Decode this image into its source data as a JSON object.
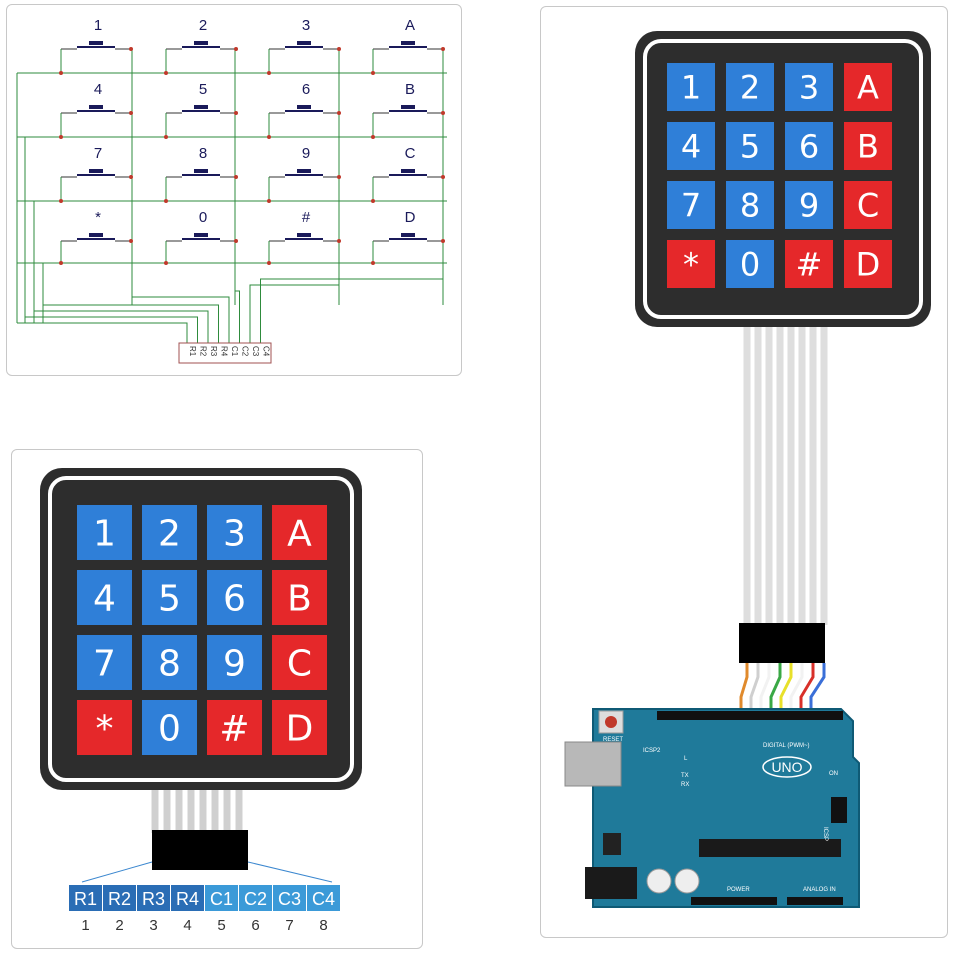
{
  "keypad": {
    "keys": [
      "1",
      "2",
      "3",
      "A",
      "4",
      "5",
      "6",
      "B",
      "7",
      "8",
      "9",
      "C",
      "*",
      "0",
      "#",
      "D"
    ],
    "key_colors": [
      "blue",
      "blue",
      "blue",
      "red",
      "blue",
      "blue",
      "blue",
      "red",
      "blue",
      "blue",
      "blue",
      "red",
      "red",
      "blue",
      "red",
      "red"
    ]
  },
  "schematic": {
    "connector_pins": [
      "R1",
      "R2",
      "R3",
      "R4",
      "C1",
      "C2",
      "C3",
      "C4"
    ]
  },
  "pinout": {
    "pins": [
      {
        "label": "R1",
        "num": "1"
      },
      {
        "label": "R2",
        "num": "2"
      },
      {
        "label": "R3",
        "num": "3"
      },
      {
        "label": "R4",
        "num": "4"
      },
      {
        "label": "C1",
        "num": "5"
      },
      {
        "label": "C2",
        "num": "6"
      },
      {
        "label": "C3",
        "num": "7"
      },
      {
        "label": "C4",
        "num": "8"
      }
    ]
  },
  "arduino": {
    "model": "UNO",
    "reset_label": "RESET",
    "icsp2_label": "ICSP2",
    "icsp_label": "ICSP",
    "digital_label": "DIGITAL (PWM~)",
    "on_label": "ON",
    "tx_label": "TX",
    "rx_label": "RX",
    "l_label": "L",
    "power_label": "POWER",
    "analog_label": "ANALOG IN",
    "wire_colors": [
      "#e08a2c",
      "#cfcfcf",
      "#f2f2f2",
      "#3aa845",
      "#e8e02a",
      "#f2f2f2",
      "#d8302a",
      "#3a6fd8"
    ]
  },
  "colors": {
    "key_blue": "#2f7fd8",
    "key_red": "#e5282a",
    "keypad_body": "#2d2d2d",
    "board_teal": "#1f7a9a",
    "wire_green": "#2e8b3c",
    "pin_box": "#3b87cf"
  }
}
